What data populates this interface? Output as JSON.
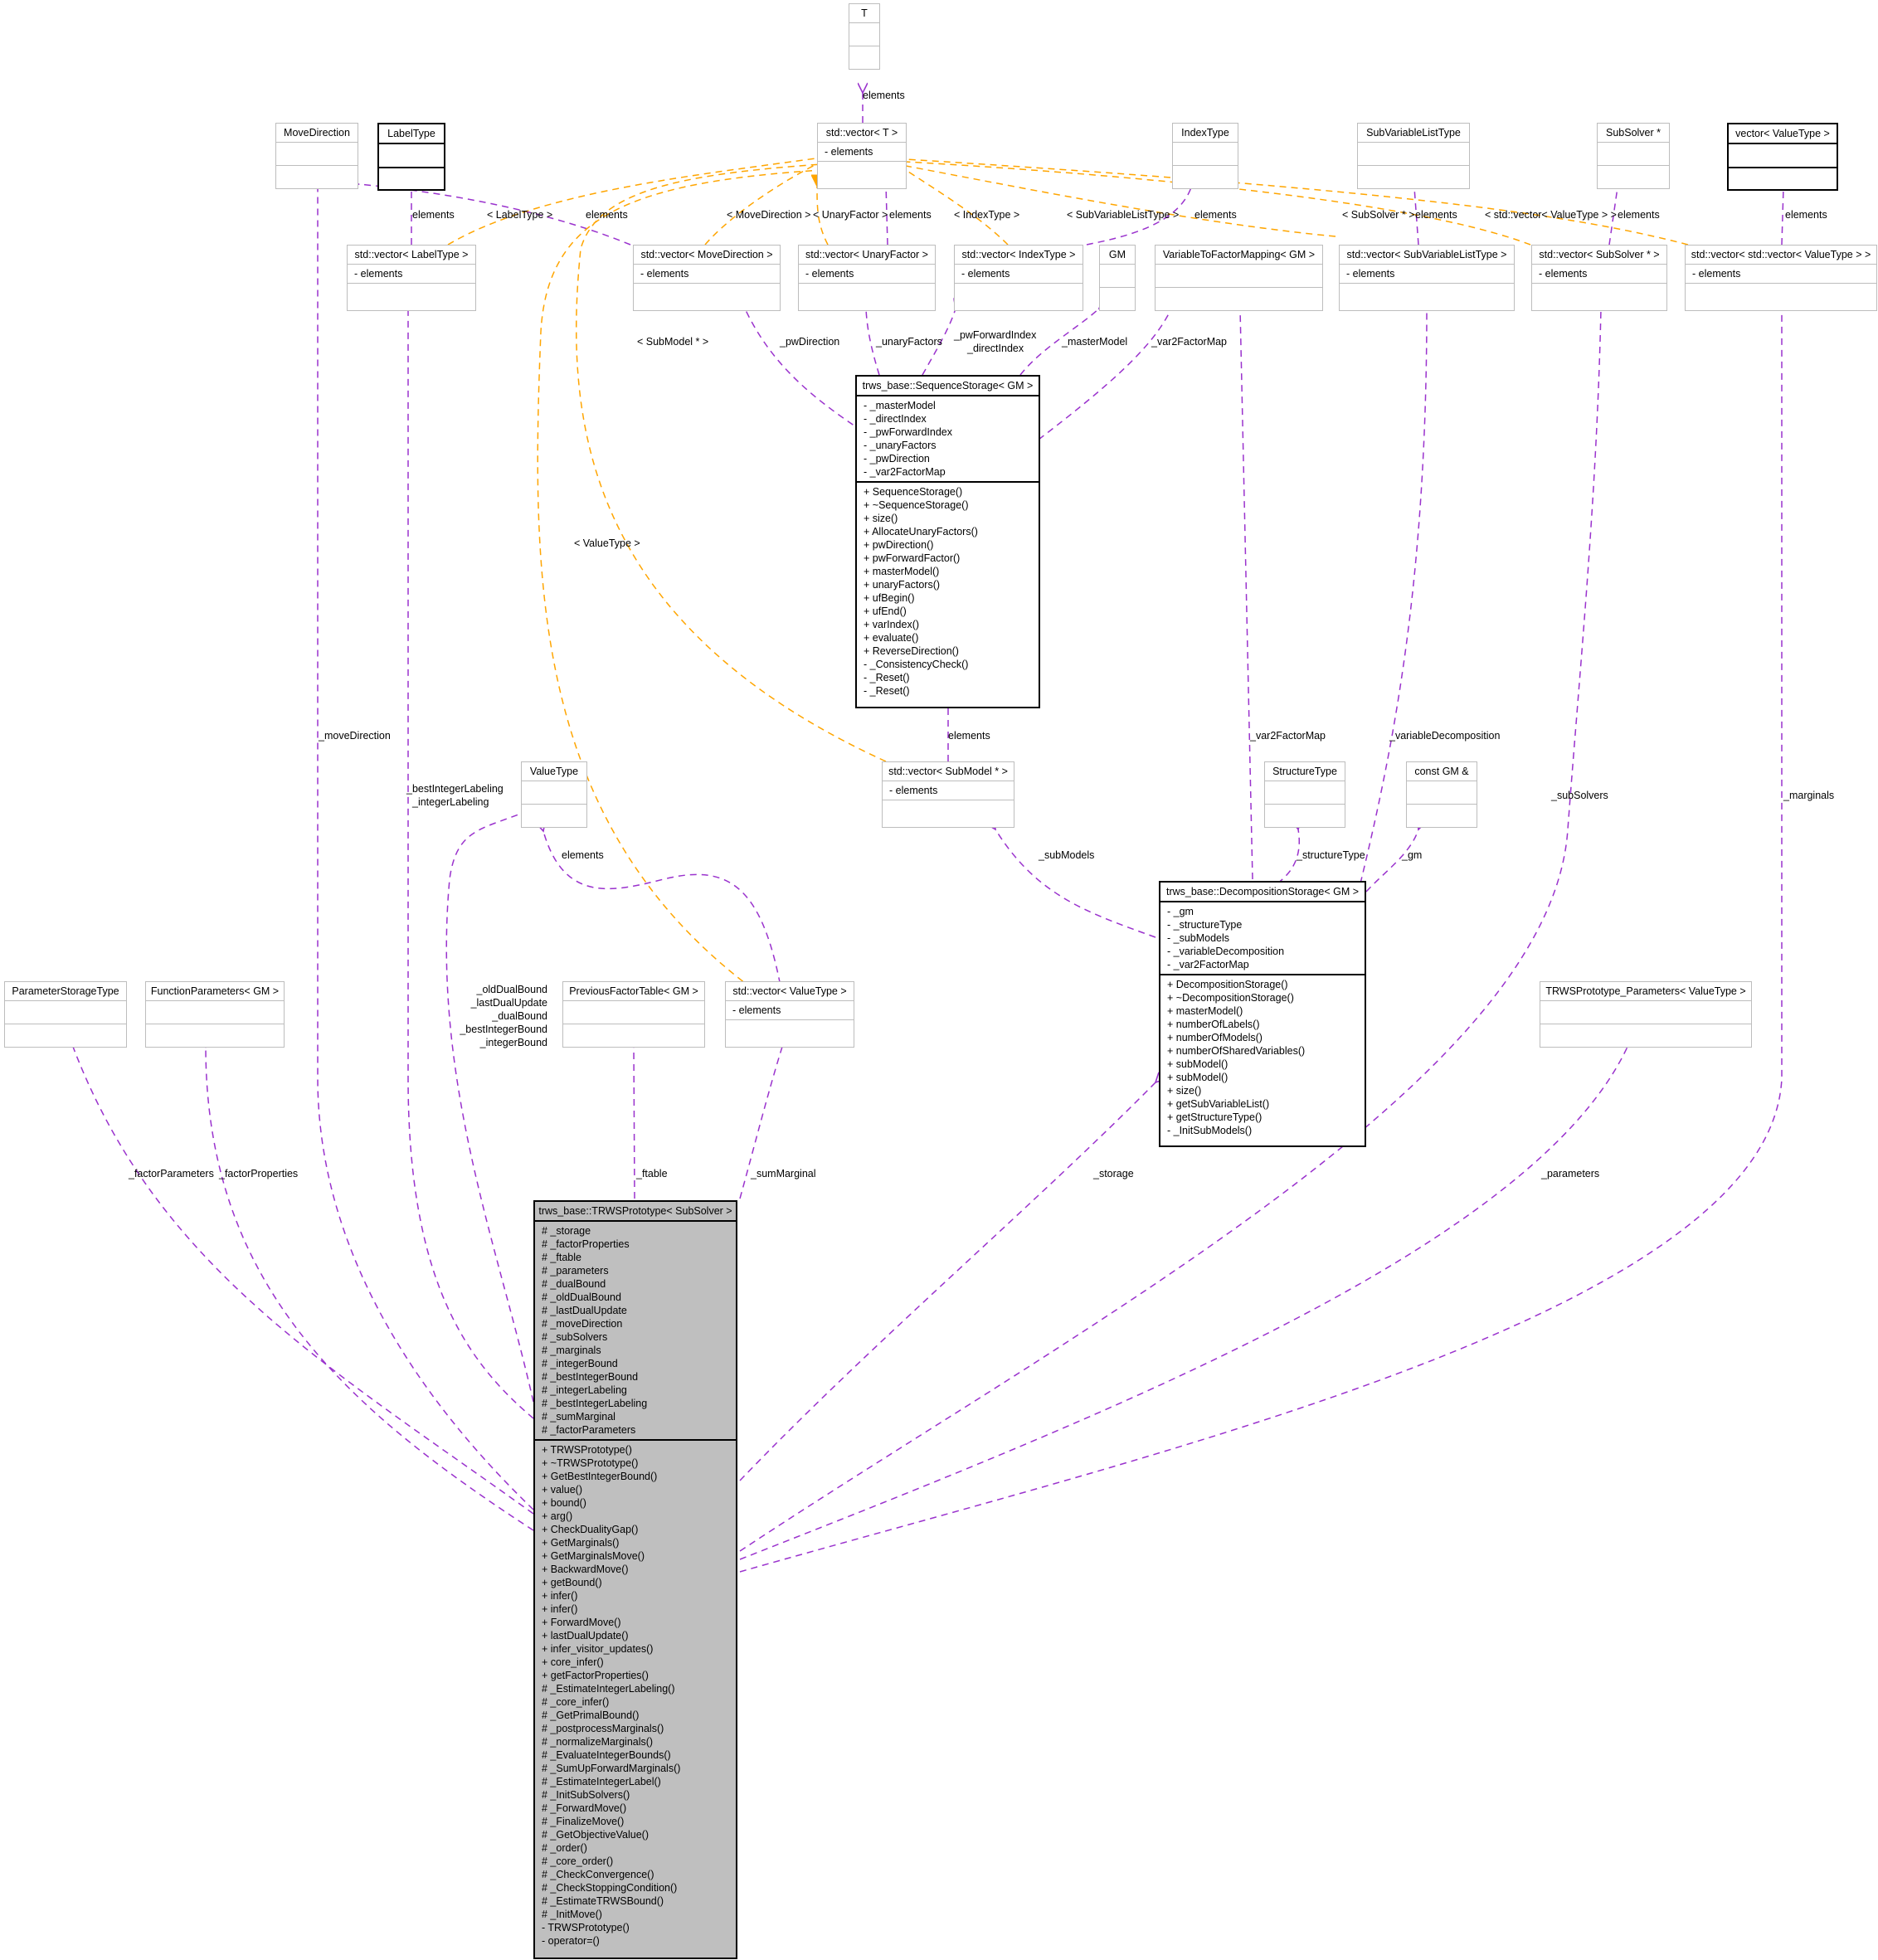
{
  "nodes": {
    "T": {
      "title": "T",
      "attrs": [],
      "ops": []
    },
    "std_vector_T": {
      "title": "std::vector< T >",
      "attrs": [
        "- elements"
      ],
      "ops": []
    },
    "MoveDirection": {
      "title": "MoveDirection",
      "attrs": [],
      "ops": []
    },
    "LabelType": {
      "title": "LabelType",
      "attrs": [],
      "ops": []
    },
    "IndexType": {
      "title": "IndexType",
      "attrs": [],
      "ops": []
    },
    "SubVariableListType": {
      "title": "SubVariableListType",
      "attrs": [],
      "ops": []
    },
    "SubSolverPtr": {
      "title": "SubSolver *",
      "attrs": [],
      "ops": []
    },
    "vector_ValueType": {
      "title": "vector< ValueType >",
      "attrs": [],
      "ops": []
    },
    "vec_LabelType": {
      "title": "std::vector< LabelType >",
      "attrs": [
        "- elements"
      ],
      "ops": []
    },
    "vec_MoveDirection": {
      "title": "std::vector< MoveDirection >",
      "attrs": [
        "- elements"
      ],
      "ops": []
    },
    "vec_UnaryFactor": {
      "title": "std::vector< UnaryFactor >",
      "attrs": [
        "- elements"
      ],
      "ops": []
    },
    "vec_IndexType": {
      "title": "std::vector< IndexType >",
      "attrs": [
        "- elements"
      ],
      "ops": []
    },
    "GM": {
      "title": "GM",
      "attrs": [],
      "ops": []
    },
    "VariableToFactorMapping": {
      "title": "VariableToFactorMapping< GM >",
      "attrs": [],
      "ops": []
    },
    "vec_SubVariableListType": {
      "title": "std::vector< SubVariableListType >",
      "attrs": [
        "- elements"
      ],
      "ops": []
    },
    "vec_SubSolverPtr": {
      "title": "std::vector< SubSolver * >",
      "attrs": [
        "- elements"
      ],
      "ops": []
    },
    "vec_vec_ValueType": {
      "title": "std::vector< std::vector< ValueType > >",
      "attrs": [
        "- elements"
      ],
      "ops": []
    },
    "SequenceStorage": {
      "title": "trws_base::SequenceStorage< GM >",
      "attrs": [
        "- _masterModel",
        "- _directIndex",
        "- _pwForwardIndex",
        "- _unaryFactors",
        "- _pwDirection",
        "- _var2FactorMap"
      ],
      "ops": [
        "+ SequenceStorage()",
        "+ ~SequenceStorage()",
        "+ size()",
        "+ AllocateUnaryFactors()",
        "+ pwDirection()",
        "+ pwForwardFactor()",
        "+ masterModel()",
        "+ unaryFactors()",
        "+ ufBegin()",
        "+ ufEnd()",
        "+ varIndex()",
        "+ evaluate()",
        "+ ReverseDirection()",
        "- _ConsistencyCheck()",
        "- _Reset()",
        "- _Reset()"
      ]
    },
    "ValueType": {
      "title": "ValueType",
      "attrs": [],
      "ops": []
    },
    "vec_SubModelPtr": {
      "title": "std::vector< SubModel * >",
      "attrs": [
        "- elements"
      ],
      "ops": []
    },
    "StructureType": {
      "title": "StructureType",
      "attrs": [],
      "ops": []
    },
    "constGMref": {
      "title": "const GM &",
      "attrs": [],
      "ops": []
    },
    "DecompositionStorage": {
      "title": "trws_base::DecompositionStorage< GM >",
      "attrs": [
        "- _gm",
        "- _structureType",
        "- _subModels",
        "- _variableDecomposition",
        "- _var2FactorMap"
      ],
      "ops": [
        "+ DecompositionStorage()",
        "+ ~DecompositionStorage()",
        "+ masterModel()",
        "+ numberOfLabels()",
        "+ numberOfModels()",
        "+ numberOfSharedVariables()",
        "+ subModel()",
        "+ subModel()",
        "+ size()",
        "+ getSubVariableList()",
        "+ getStructureType()",
        "- _InitSubModels()"
      ]
    },
    "ParameterStorageType": {
      "title": "ParameterStorageType",
      "attrs": [],
      "ops": []
    },
    "FunctionParameters": {
      "title": "FunctionParameters< GM >",
      "attrs": [],
      "ops": []
    },
    "PreviousFactorTable": {
      "title": "PreviousFactorTable< GM >",
      "attrs": [],
      "ops": []
    },
    "vec_ValueType": {
      "title": "std::vector< ValueType >",
      "attrs": [
        "- elements"
      ],
      "ops": []
    },
    "TRWSPrototype_Parameters": {
      "title": "TRWSPrototype_Parameters< ValueType >",
      "attrs": [],
      "ops": []
    },
    "TRWSPrototype": {
      "title": "trws_base::TRWSPrototype< SubSolver >",
      "attrs": [
        "# _storage",
        "# _factorProperties",
        "# _ftable",
        "# _parameters",
        "# _dualBound",
        "# _oldDualBound",
        "# _lastDualUpdate",
        "# _moveDirection",
        "# _subSolvers",
        "# _marginals",
        "# _integerBound",
        "# _bestIntegerBound",
        "# _integerLabeling",
        "# _bestIntegerLabeling",
        "# _sumMarginal",
        "# _factorParameters"
      ],
      "ops": [
        "+ TRWSPrototype()",
        "+ ~TRWSPrototype()",
        "+ GetBestIntegerBound()",
        "+ value()",
        "+ bound()",
        "+ arg()",
        "+ CheckDualityGap()",
        "+ GetMarginals()",
        "+ GetMarginalsMove()",
        "+ BackwardMove()",
        "+ getBound()",
        "+ infer()",
        "+ infer()",
        "+ ForwardMove()",
        "+ lastDualUpdate()",
        "+ infer_visitor_updates()",
        "+ core_infer()",
        "+ getFactorProperties()",
        "# _EstimateIntegerLabeling()",
        "# _core_infer()",
        "# _GetPrimalBound()",
        "# _postprocessMarginals()",
        "# _normalizeMarginals()",
        "# _EvaluateIntegerBounds()",
        "# _SumUpForwardMarginals()",
        "# _EstimateIntegerLabel()",
        "# _InitSubSolvers()",
        "# _ForwardMove()",
        "# _FinalizeMove()",
        "# _GetObjectiveValue()",
        "# _order()",
        "# _core_order()",
        "# _CheckConvergence()",
        "# _CheckStoppingCondition()",
        "# _EstimateTRWSBound()",
        "# _InitMove()",
        "- TRWSPrototype()",
        "- operator=()"
      ]
    }
  },
  "edge_labels": {
    "T_elements": "elements",
    "LabelType_elements": "elements",
    "LabelType_tpl": "< LabelType >",
    "MoveDirection_elements": "elements",
    "MoveDirection_tpl": "< MoveDirection >",
    "UnaryFactor_tpl": "< UnaryFactor >",
    "IndexType_elements": "elements",
    "IndexType_tpl": "< IndexType >",
    "SubVariableListType_tpl": "< SubVariableListType >",
    "IndexType_vec_elements": "elements",
    "SubSolver_tpl": "< SubSolver * >",
    "SubVariableListType_elements": "elements",
    "vec_ValueType_tpl": "< std::vector< ValueType > >",
    "SubSolver_elements": "elements",
    "vector_ValueType_elements": "elements",
    "SubModel_tpl": "< SubModel * >",
    "ValueType_tpl": "< ValueType >",
    "pwDirection": "_pwDirection",
    "unaryFactors": "_unaryFactors",
    "pwForwardIndex": "_pwForwardIndex",
    "directIndex": "_directIndex",
    "masterModel": "_masterModel",
    "var2FactorMap_seq": "_var2FactorMap",
    "SubModel_elements": "elements",
    "moveDirection": "_moveDirection",
    "bestIntegerLabeling": "_bestIntegerLabeling",
    "integerLabeling": "_integerLabeling",
    "var2FactorMap_dec": "_var2FactorMap",
    "variableDecomposition": "_variableDecomposition",
    "subSolvers": "_subSolvers",
    "marginals": "_marginals",
    "ValueType_elements": "elements",
    "subModels": "_subModels",
    "structureType": "_structureType",
    "gm": "_gm",
    "oldDualBound": "_oldDualBound",
    "lastDualUpdate": "_lastDualUpdate",
    "dualBound": "_dualBound",
    "bestIntegerBound": "_bestIntegerBound",
    "integerBound": "_integerBound",
    "factorParameters": "_factorParameters",
    "factorProperties": "_factorProperties",
    "ftable": "_ftable",
    "sumMarginal": "_sumMarginal",
    "storage": "_storage",
    "parameters": "_parameters"
  },
  "colors": {
    "usage_edge": "#9a32cd",
    "template_edge": "#ffa500",
    "focus_fill": "#bfbfbf"
  }
}
